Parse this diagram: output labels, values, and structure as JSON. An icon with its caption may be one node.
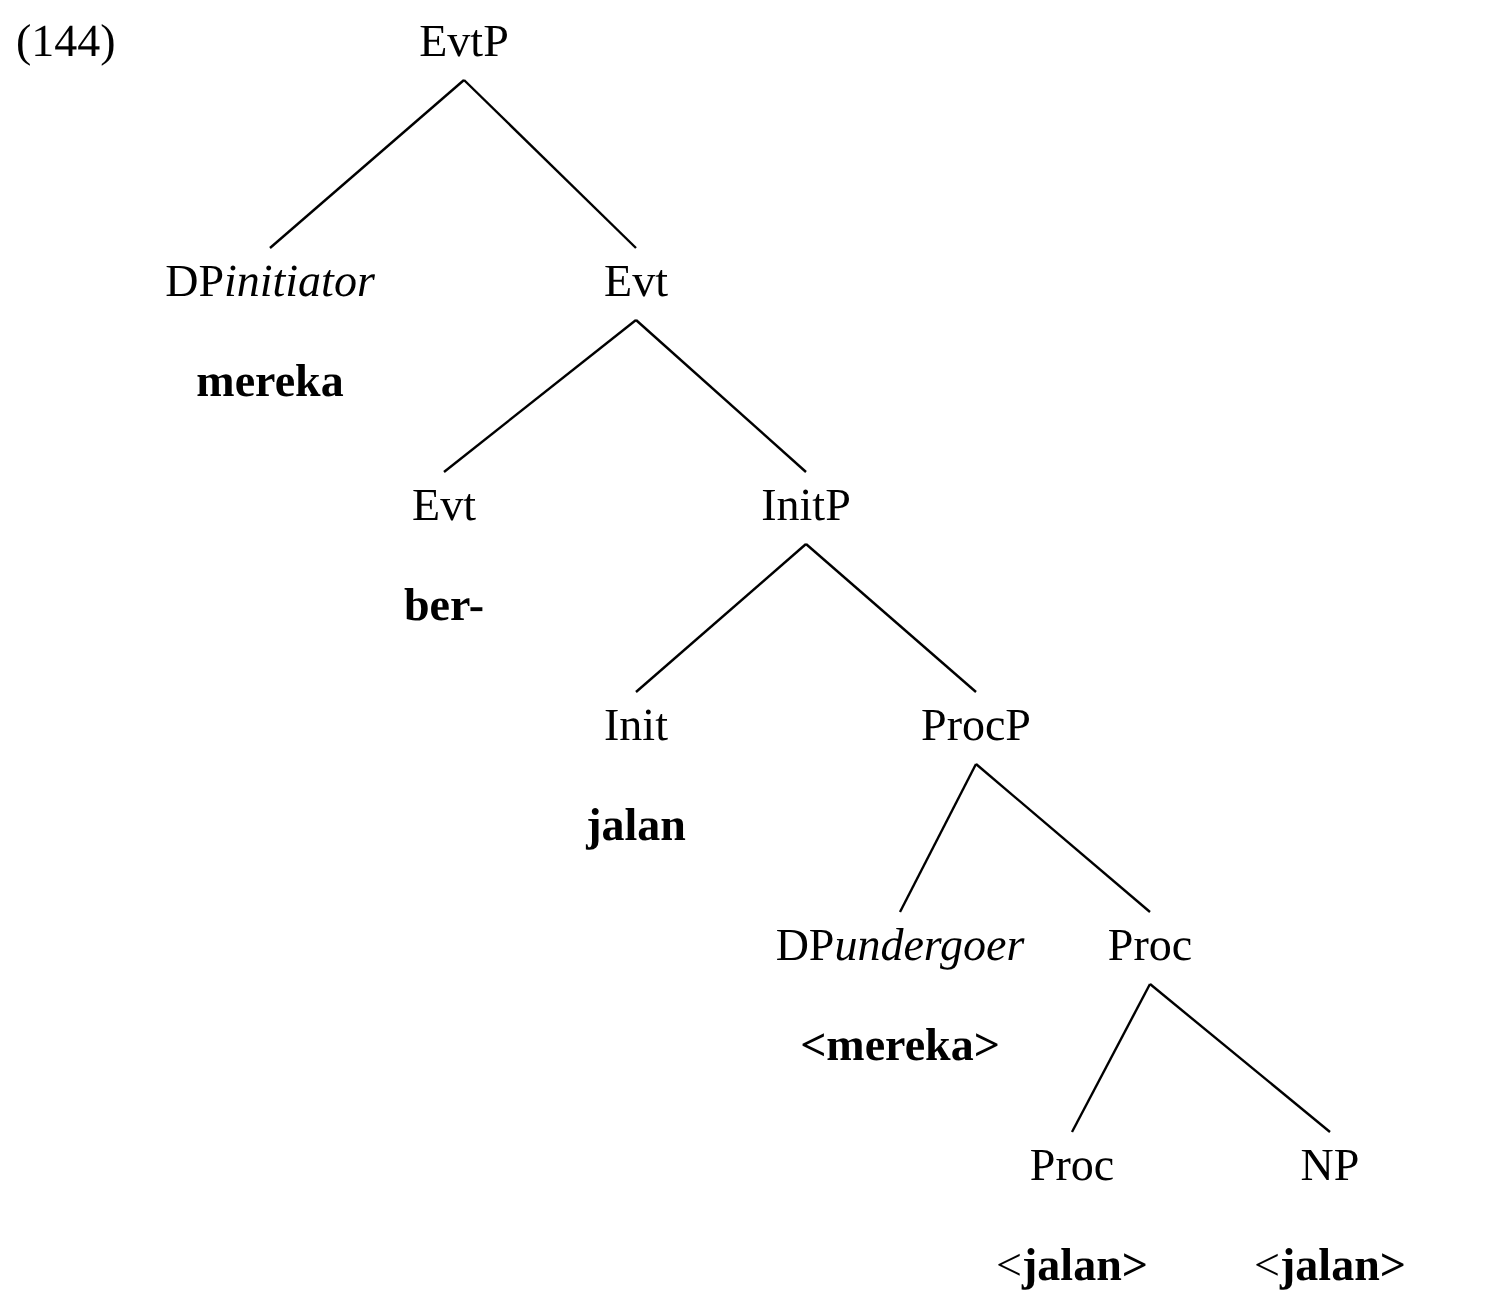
{
  "diagram": {
    "nodes": [
      {
        "text": [
          "EvtP"
        ]
      },
      {
        "text": [
          "DPinitiator",
          "mereka"
        ]
      },
      {
        "text": [
          "Evt"
        ]
      },
      {
        "text": [
          "Evt",
          "ber-"
        ]
      },
      {
        "text": [
          "InitP"
        ]
      },
      {
        "text": [
          "Init",
          "jalan"
        ]
      },
      {
        "text": [
          "ProcP"
        ]
      },
      {
        "text": [
          "DPundergoer",
          "<mereka>"
        ]
      },
      {
        "text": [
          "Proc"
        ]
      },
      {
        "text": [
          "Proc",
          "<**jalan>**"
        ]
      },
      {
        "text": [
          "NP",
          "<**jalan>**"
        ]
      }
    ],
    "edges": [
      {
        "from": 0,
        "to": 1,
        "arrow": "none"
      },
      {
        "from": 0,
        "to": 2,
        "arrow": "none"
      },
      {
        "from": 2,
        "to": 3,
        "arrow": "none"
      },
      {
        "from": 2,
        "to": 4,
        "arrow": "none"
      },
      {
        "from": 4,
        "to": 5,
        "arrow": "none"
      },
      {
        "from": 4,
        "to": 6,
        "arrow": "none"
      },
      {
        "from": 6,
        "to": 7,
        "arrow": "none"
      },
      {
        "from": 6,
        "to": 8,
        "arrow": "none"
      },
      {
        "from": 8,
        "to": 9,
        "arrow": "none"
      },
      {
        "from": 8,
        "to": 10,
        "arrow": "none"
      }
    ],
    "labels": [
      "(144)"
    ]
  }
}
